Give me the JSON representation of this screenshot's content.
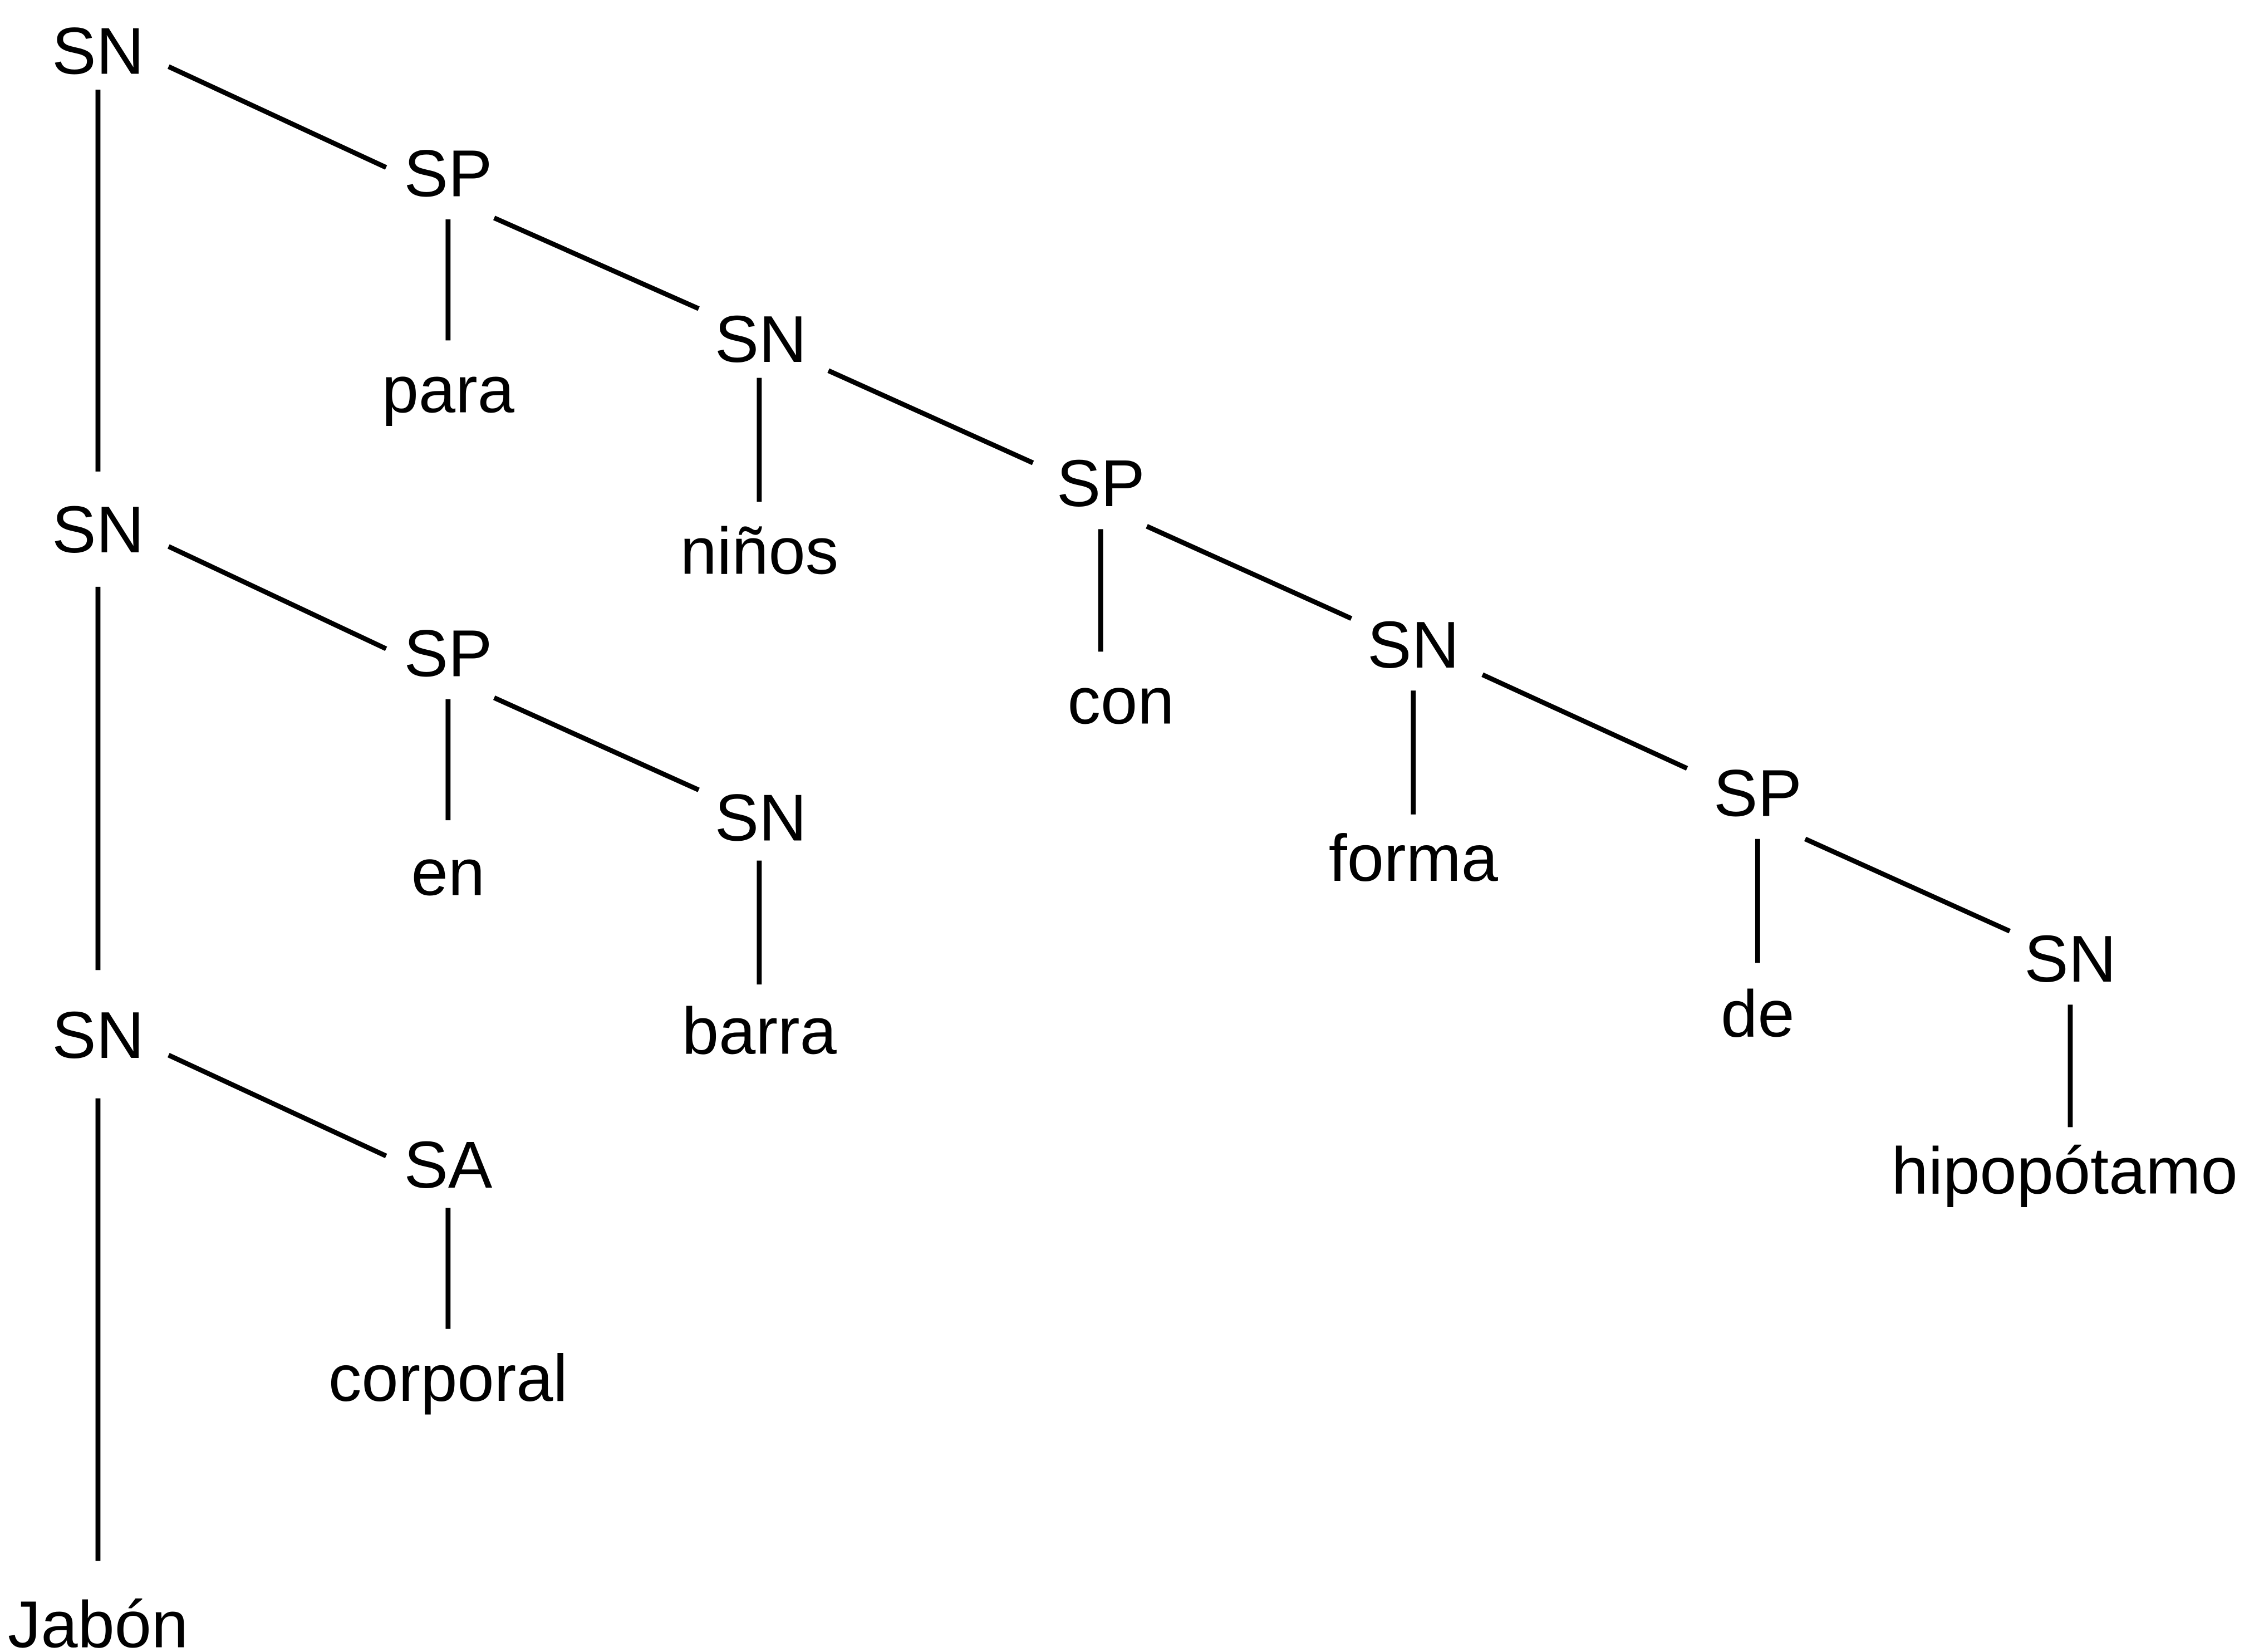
{
  "tree": {
    "nodes": {
      "sn_root": "SN",
      "sp_para": "SP",
      "para": "para",
      "sn_ninos": "SN",
      "ninos": "niños",
      "sp_con": "SP",
      "con": "con",
      "sn_forma": "SN",
      "forma": "forma",
      "sp_de": "SP",
      "de": "de",
      "sn_hipo": "SN",
      "hipopotamo": "hipopótamo",
      "sn_mid": "SN",
      "sp_en": "SP",
      "en": "en",
      "sn_barra": "SN",
      "barra": "barra",
      "sn_low": "SN",
      "sa": "SA",
      "corporal": "corporal",
      "jabon": "Jabón"
    }
  }
}
